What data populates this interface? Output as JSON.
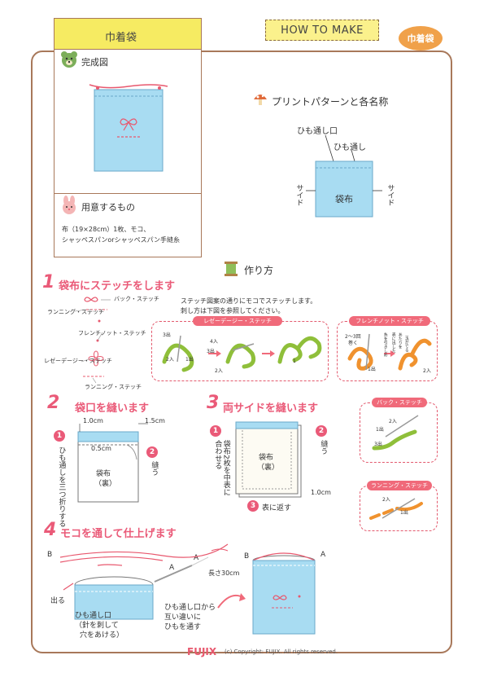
{
  "header": {
    "sheet_title": "巾着袋",
    "how_to_make": "HOW TO MAKE",
    "badge": "巾着袋"
  },
  "finished": {
    "title": "完成図"
  },
  "materials": {
    "title": "用意するもの",
    "line1": "布（19×28cm）1枚、モコ、",
    "line2": "シャッペスパンorシャッペスパン手縫糸"
  },
  "pattern": {
    "title": "プリントパターンと各名称",
    "himo_guchi": "ひも通し口",
    "himo_toshi": "ひも通し",
    "side_left": "サイド",
    "side_right": "サイド",
    "fabric": "袋布"
  },
  "howto": {
    "title": "作り方"
  },
  "step1": {
    "num": "1",
    "title": "袋布にステッチをします",
    "desc1": "ステッチ図案の通りにモコでステッチします。",
    "desc2": "刺し方は下図を参照してください。",
    "label_back": "バック・ステッチ",
    "label_running_top": "ランニング・ステッチ",
    "label_french": "フレンチノット・ステッチ",
    "label_lazy": "レゼーデージー・ステッチ",
    "label_running_bottom": "ランニング・ステッチ"
  },
  "stitch_boxes": {
    "lazy": {
      "tag": "レゼーデージー・ステッチ",
      "in3": "3出",
      "in2": "2入",
      "out1": "1出",
      "in4": "4入",
      "in2b": "2入",
      "out3": "3出",
      "in1": "1"
    },
    "french": {
      "tag": "フレンチノット・ステッチ",
      "note1": "2〜3回",
      "note2": "巻く",
      "note3": "1出",
      "note4": "糸を引きしめ",
      "note5": "表に出した",
      "note6": "あたりを",
      "note7": "玉がでる",
      "in2": "2入"
    },
    "back": {
      "tag": "バック・ステッチ",
      "in2": "2入",
      "out1": "1出",
      "out3": "3出"
    },
    "running": {
      "tag": "ランニング・ステッチ",
      "in2": "2入",
      "out1": "1出"
    }
  },
  "step2": {
    "num": "2",
    "title": "袋口を縫います",
    "c1": "1",
    "c2": "2",
    "dim1": "1.0cm",
    "dim2": "1.5cm",
    "dim3": "0.5cm",
    "fold": "ひも通しを三つ折りする",
    "fabric1": "袋布",
    "fabric2": "（裏）",
    "sew": "縫う"
  },
  "step3": {
    "num": "3",
    "title": "両サイドを縫います",
    "c1": "1",
    "c2": "2",
    "c3": "3",
    "fold": "袋布2枚を中表に合わせる",
    "fabric1": "袋布",
    "fabric2": "（裏）",
    "sew": "縫う",
    "dim": "1.0cm",
    "turn": "表に返す"
  },
  "step4": {
    "num": "4",
    "title": "モコを通して仕上げます",
    "label_b": "B",
    "label_a": "A",
    "label_a2": "A",
    "label_b2": "B",
    "label_a3": "A",
    "out": "出る",
    "length": "長さ30cm",
    "hole1": "ひも通し口",
    "hole2": "（針を刺して",
    "hole3": "穴をあける）",
    "note1": "ひも通し口から",
    "note2": "互い違いに",
    "note3": "ひもを通す"
  },
  "footer": {
    "brand": "FUJIX",
    "copyright": "(c) Copyright: FUJIX. All rights reserved."
  }
}
